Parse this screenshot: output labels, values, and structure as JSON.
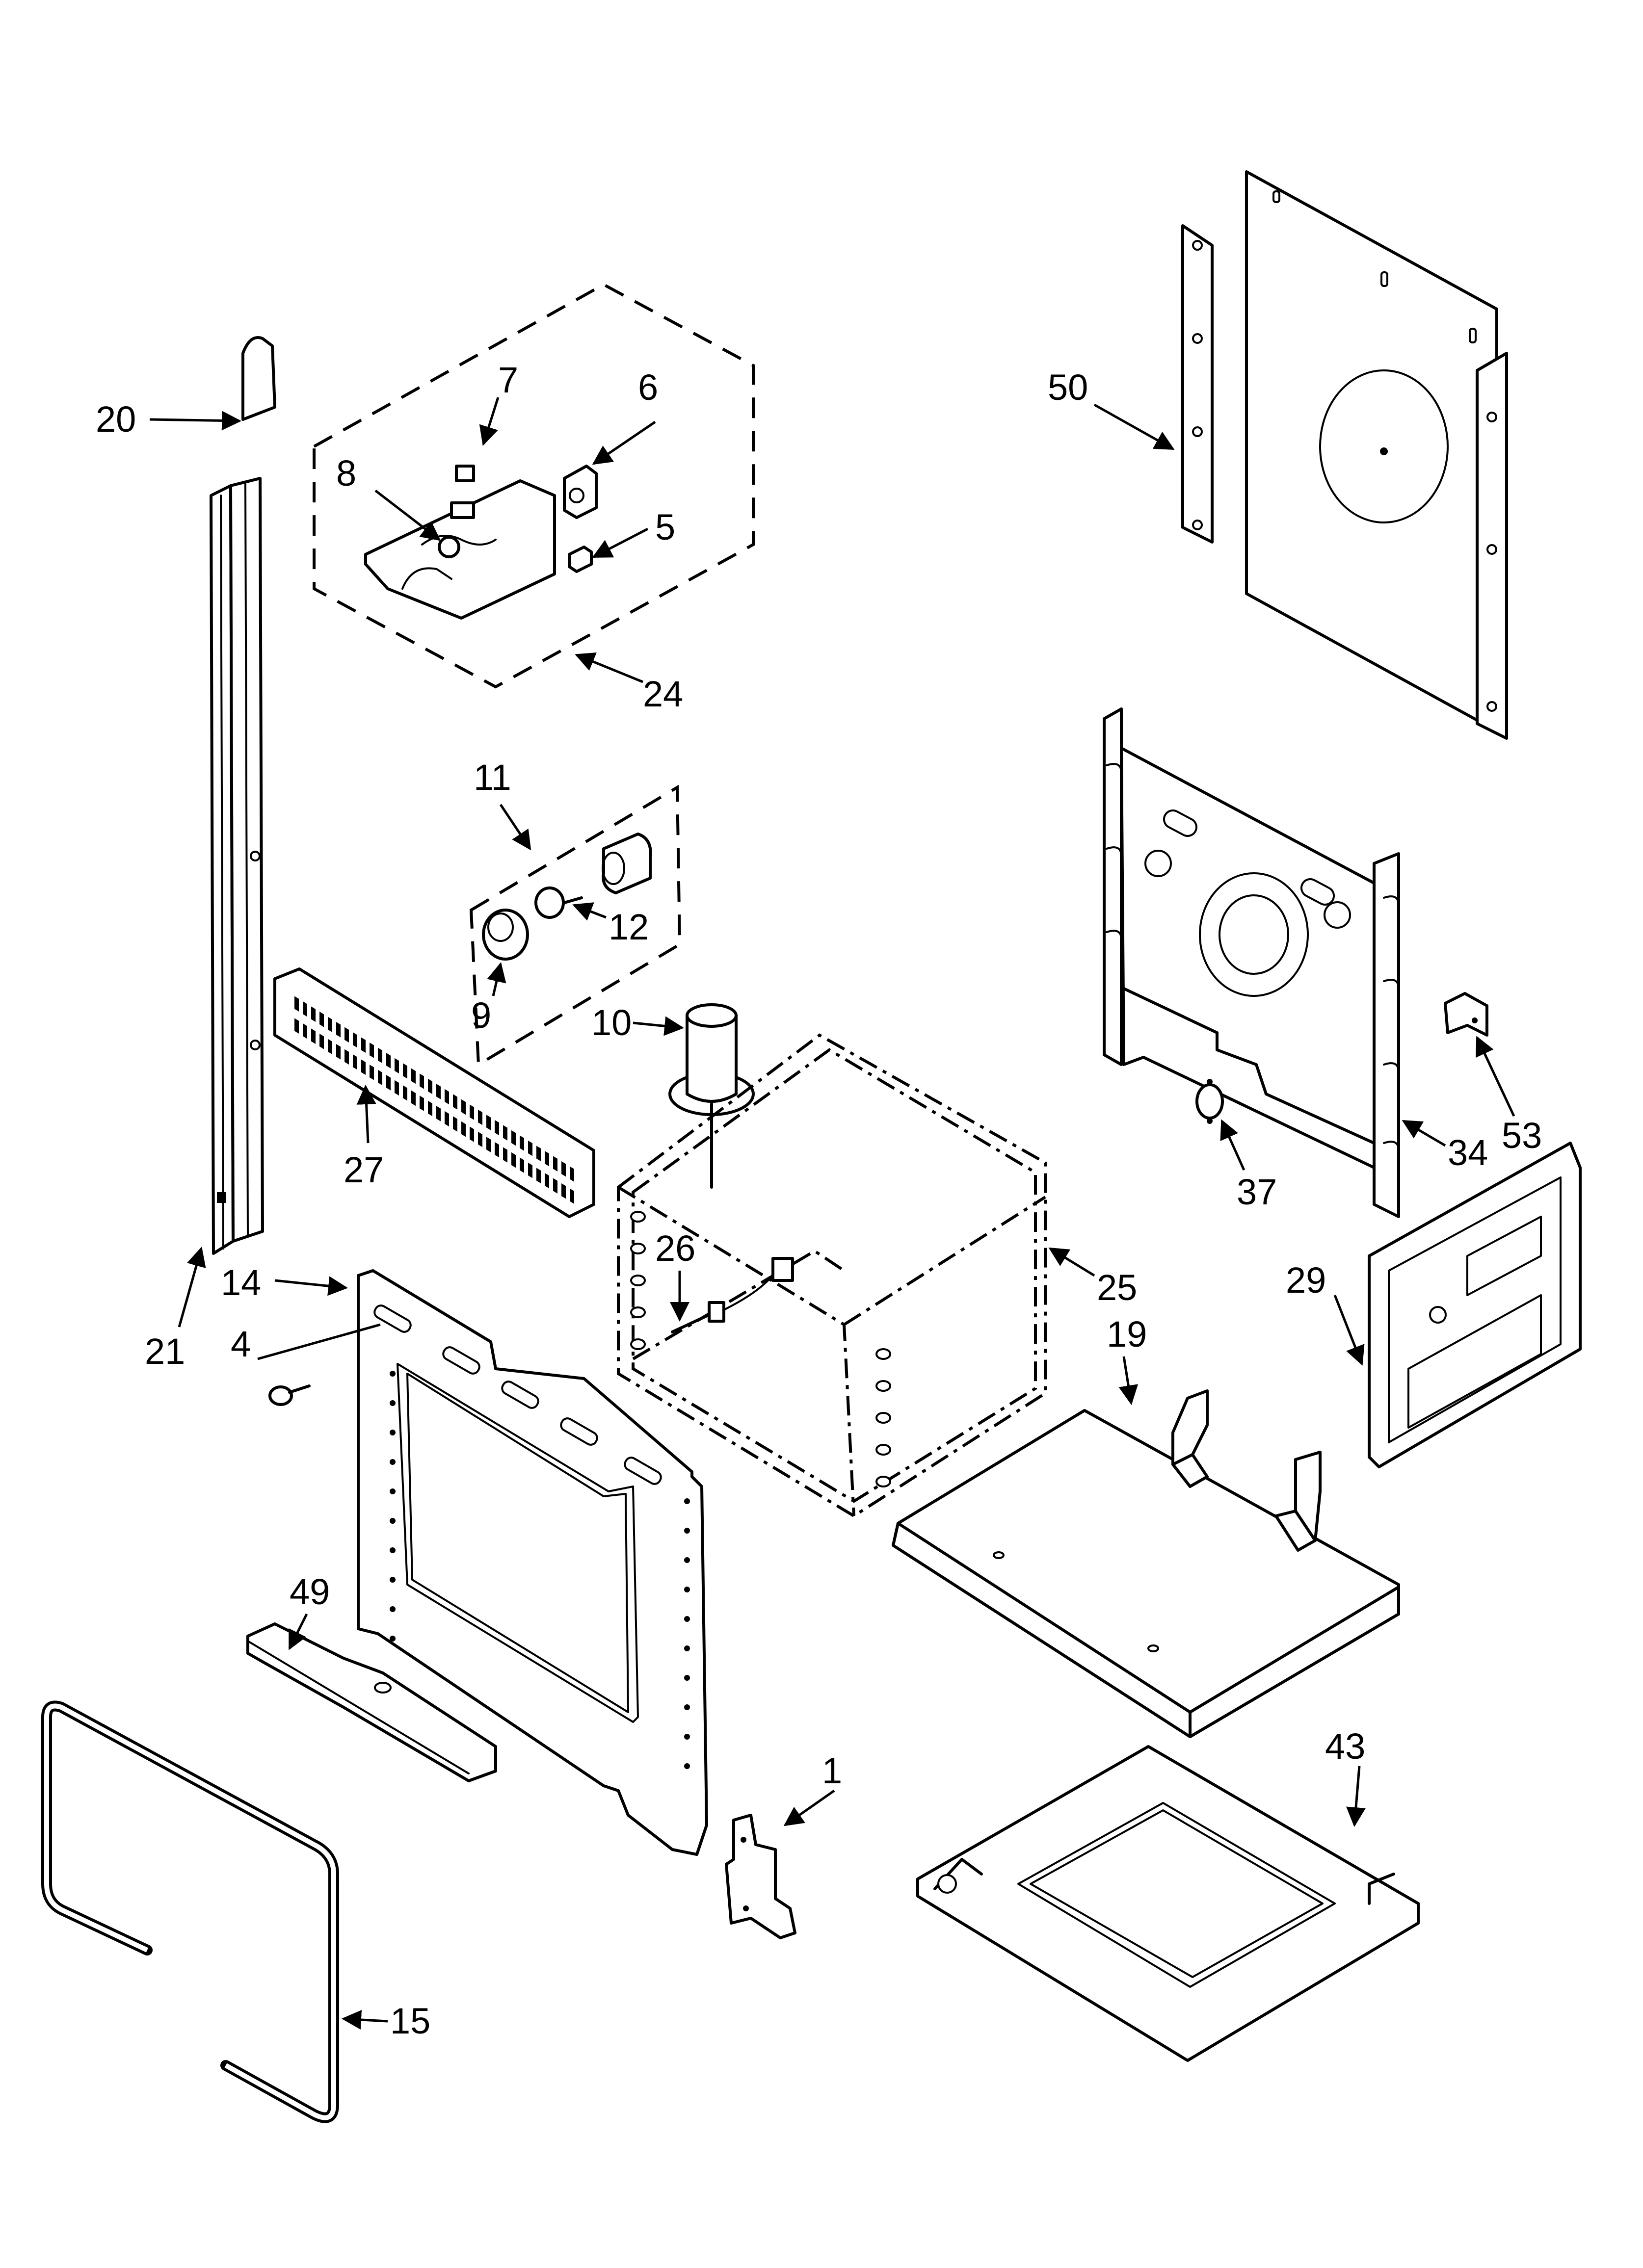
{
  "diagram": {
    "callouts": [
      {
        "id": "c1",
        "text": "1"
      },
      {
        "id": "c4",
        "text": "4"
      },
      {
        "id": "c5",
        "text": "5"
      },
      {
        "id": "c6",
        "text": "6"
      },
      {
        "id": "c7",
        "text": "7"
      },
      {
        "id": "c8",
        "text": "8"
      },
      {
        "id": "c9",
        "text": "9"
      },
      {
        "id": "c10",
        "text": "10"
      },
      {
        "id": "c11",
        "text": "11"
      },
      {
        "id": "c12",
        "text": "12"
      },
      {
        "id": "c14",
        "text": "14"
      },
      {
        "id": "c15",
        "text": "15"
      },
      {
        "id": "c19",
        "text": "19"
      },
      {
        "id": "c20",
        "text": "20"
      },
      {
        "id": "c21",
        "text": "21"
      },
      {
        "id": "c24",
        "text": "24"
      },
      {
        "id": "c25",
        "text": "25"
      },
      {
        "id": "c26",
        "text": "26"
      },
      {
        "id": "c27",
        "text": "27"
      },
      {
        "id": "c29",
        "text": "29"
      },
      {
        "id": "c34",
        "text": "34"
      },
      {
        "id": "c37",
        "text": "37"
      },
      {
        "id": "c43",
        "text": "43"
      },
      {
        "id": "c49",
        "text": "49"
      },
      {
        "id": "c50",
        "text": "50"
      },
      {
        "id": "c53",
        "text": "53"
      }
    ]
  }
}
